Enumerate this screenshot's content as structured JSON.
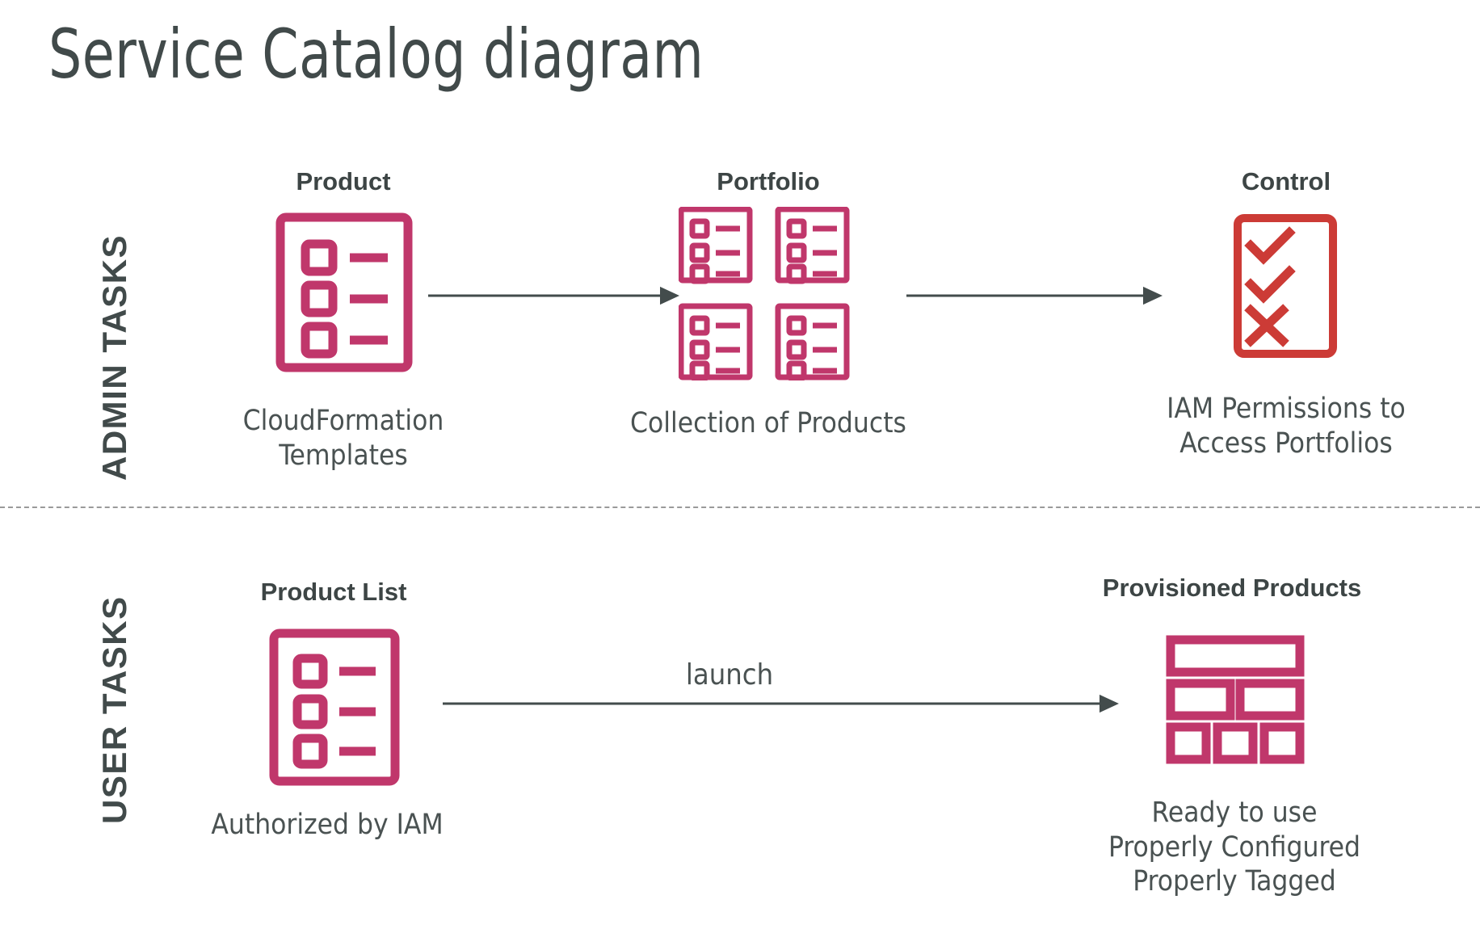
{
  "page": {
    "title": "Service Catalog diagram",
    "background": "#ffffff"
  },
  "colors": {
    "accent_magenta": "#C0376B",
    "accent_red": "#CC3B36",
    "text_dark": "#414a4a",
    "arrow": "#4a5252",
    "divider": "#9a9a9a"
  },
  "rows": [
    {
      "id": "admin",
      "label": "ADMIN TASKS"
    },
    {
      "id": "user",
      "label": "USER TASKS"
    }
  ],
  "admin_row": {
    "nodes": [
      {
        "id": "product",
        "heading": "Product",
        "icon": "product-list-icon",
        "caption": [
          "CloudFormation",
          "Templates"
        ]
      },
      {
        "id": "portfolio",
        "heading": "Portfolio",
        "icon": "portfolio-grid-icon",
        "caption": [
          "Collection of Products"
        ]
      },
      {
        "id": "control",
        "heading": "Control",
        "icon": "checklist-control-icon",
        "caption": [
          "IAM Permissions to",
          "Access Portfolios"
        ]
      }
    ],
    "arrows": [
      {
        "id": "product-to-portfolio",
        "label": ""
      },
      {
        "id": "portfolio-to-control",
        "label": ""
      }
    ]
  },
  "user_row": {
    "nodes": [
      {
        "id": "product-list",
        "heading": "Product List",
        "icon": "product-list-icon",
        "caption": [
          "Authorized by IAM"
        ]
      },
      {
        "id": "provisioned-products",
        "heading": "Provisioned Products",
        "icon": "blocks-layout-icon",
        "caption": [
          "Ready to use",
          "Properly Configured",
          "Properly Tagged"
        ]
      }
    ],
    "arrows": [
      {
        "id": "launch-arrow",
        "label": "launch"
      }
    ]
  }
}
